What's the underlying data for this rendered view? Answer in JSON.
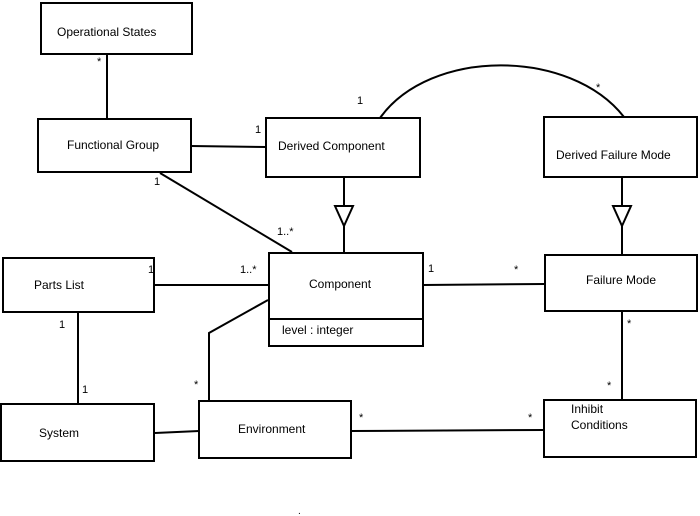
{
  "classes": {
    "operational_states": "Operational States",
    "functional_group": "Functional Group",
    "derived_component": "Derived Component",
    "derived_failure_mode": "Derived Failure Mode",
    "parts_list": "Parts List",
    "component": "Component",
    "component_attribute": "level : integer",
    "failure_mode": "Failure Mode",
    "system": "System",
    "environment": "Environment",
    "inhibit_conditions_line1": "Inhibit",
    "inhibit_conditions_line2": "Conditions"
  },
  "multiplicities": {
    "opstates_fg": "*",
    "fg_dc": "1",
    "fg_comp_fg_end": "1",
    "fg_comp_comp_end": "1..*",
    "dc_dfm_dc_end": "1",
    "dc_dfm_dfm_end": "*",
    "parts_comp_parts_end": "1",
    "parts_comp_comp_end": "1..*",
    "comp_fm_comp_end": "1",
    "comp_fm_fm_end": "*",
    "parts_system_parts_end": "1",
    "parts_system_system_end": "1",
    "comp_env_env_end": "*",
    "fm_inhibit_fm_end": "*",
    "fm_inhibit_inhibit_end": "*",
    "env_inhibit_env_end": "*",
    "env_inhibit_inhibit_end": "*"
  }
}
